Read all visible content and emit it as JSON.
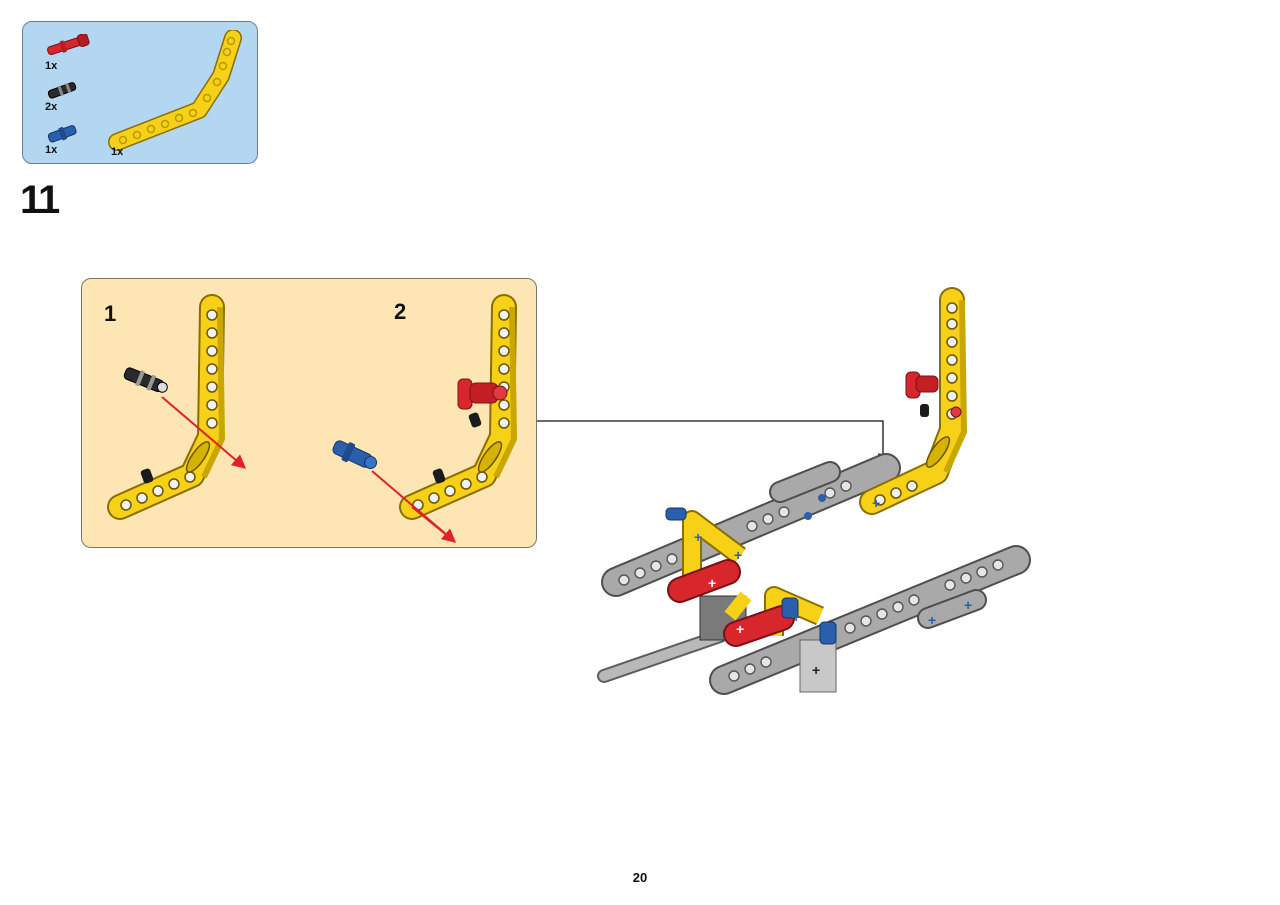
{
  "parts_list": {
    "items": [
      {
        "name": "red-pin",
        "quantity": "1x",
        "color": "#d8262d"
      },
      {
        "name": "black-pin",
        "quantity": "2x",
        "color": "#1b1b1b"
      },
      {
        "name": "blue-pin",
        "quantity": "1x",
        "color": "#2a5fae"
      },
      {
        "name": "yellow-bent-beam",
        "quantity": "1x",
        "color": "#f7d117"
      }
    ]
  },
  "step": {
    "number": "11"
  },
  "substeps": [
    {
      "number": "1"
    },
    {
      "number": "2"
    }
  ],
  "colors": {
    "parts_box_bg": "#b3d7f1",
    "substep_box_bg": "#fde6b3",
    "beam_yellow": "#f7d117",
    "beam_gray": "#a9a9a9",
    "pin_red": "#d8262d",
    "pin_blue": "#2a5fae",
    "arrow_red": "#e0202a"
  },
  "page": {
    "number": "20"
  }
}
